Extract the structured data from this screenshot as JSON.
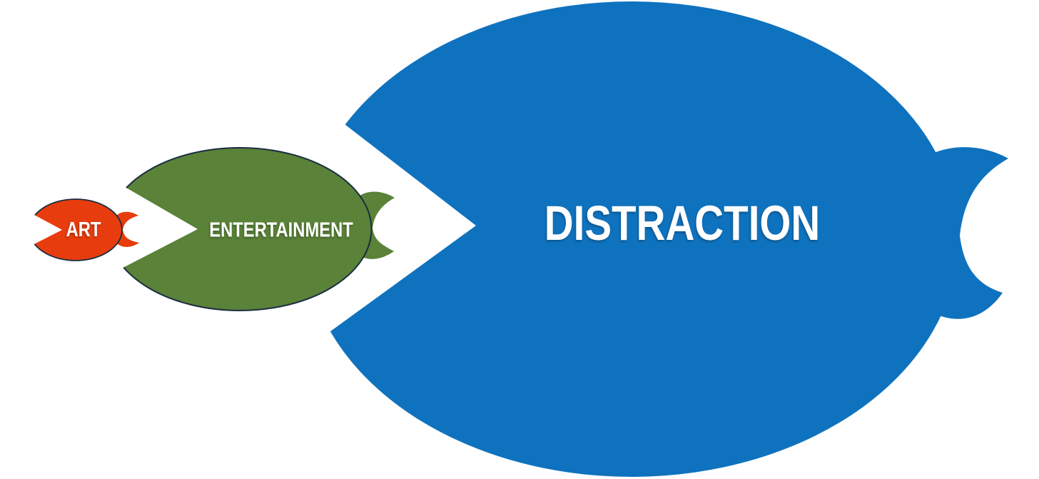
{
  "diagram": {
    "background_color": "#ffffff",
    "label_color": "#ffffff",
    "fishes": [
      {
        "label": "ART",
        "color": "#e73d0e",
        "outline_color": "#1b2d42"
      },
      {
        "label": "ENTERTAINMENT",
        "color": "#5a8238",
        "outline_color": "#1b2d42"
      },
      {
        "label": "DISTRACTION",
        "color": "#0f72be",
        "outline_color": "none"
      }
    ]
  }
}
